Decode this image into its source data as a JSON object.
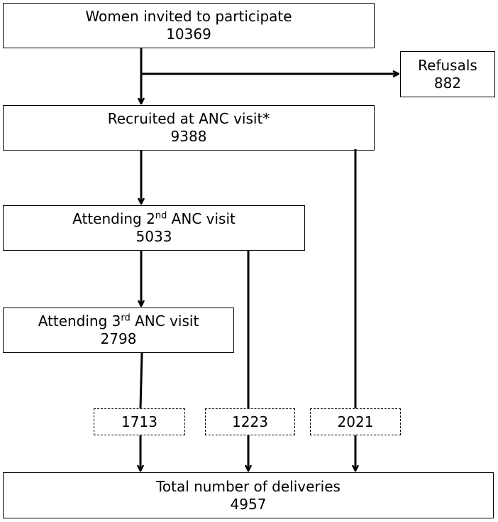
{
  "boxes": {
    "invited": {
      "label": "Women invited to participate",
      "value": "10369"
    },
    "refusals": {
      "label": "Refusals",
      "value": "882"
    },
    "recruited": {
      "label": "Recruited at ANC visit*",
      "value": "9388"
    },
    "second_visit": {
      "label_pre": "Attending 2",
      "label_sup": "nd",
      "label_post": " ANC visit",
      "value": "5033"
    },
    "third_visit": {
      "label_pre": "Attending 3",
      "label_sup": "rd",
      "label_post": " ANC visit",
      "value": "2798"
    },
    "deliveries": {
      "label": "Total number of deliveries",
      "value": "4957"
    }
  },
  "intermediate": {
    "from_third": "1713",
    "from_second": "1223",
    "from_recruited": "2021"
  },
  "colors": {
    "line": "#000000",
    "background": "#ffffff"
  }
}
